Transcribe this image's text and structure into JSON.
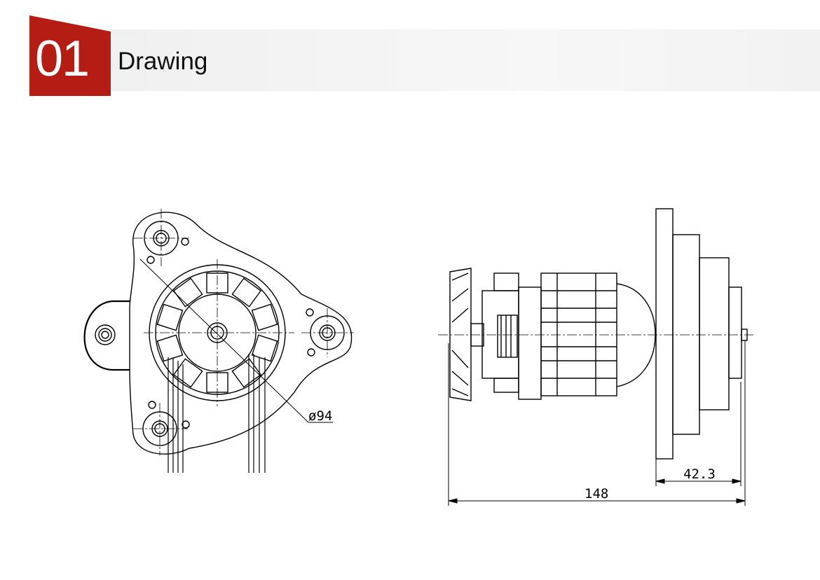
{
  "header": {
    "number": "01",
    "title": "Drawing",
    "accent_color": "#b41c14"
  },
  "front_view": {
    "diameter_label": "ø94"
  },
  "side_view": {
    "overall_length_label": "148",
    "flange_offset_label": "42.3"
  }
}
